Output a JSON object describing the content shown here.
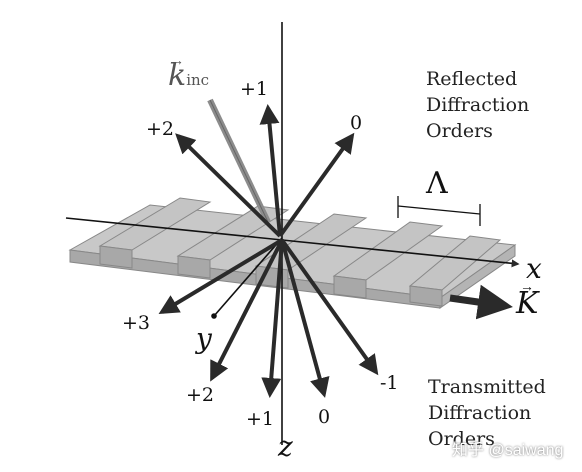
{
  "diagram": {
    "incident_label": "k",
    "incident_subscript": "inc",
    "reflected_caption": [
      "Reflected",
      "Diffraction",
      "Orders"
    ],
    "transmitted_caption": [
      "Transmitted",
      "Diffraction",
      "Orders"
    ],
    "period_symbol": "Λ",
    "grating_vector_label": "K",
    "axis_x": "x",
    "axis_y": "y",
    "axis_z": "z",
    "reflected_orders": [
      "+2",
      "+1",
      "0"
    ],
    "transmitted_orders": [
      "+3",
      "+2",
      "+1",
      "0",
      "-1"
    ],
    "watermark": "知乎 @saiwang"
  },
  "colors": {
    "grating_top": "#c8c8c8",
    "grating_side": "#a8a8a8",
    "arrow": "#2a2a2a",
    "incident_arrow": "#8c8c8c",
    "text": "#222222"
  }
}
